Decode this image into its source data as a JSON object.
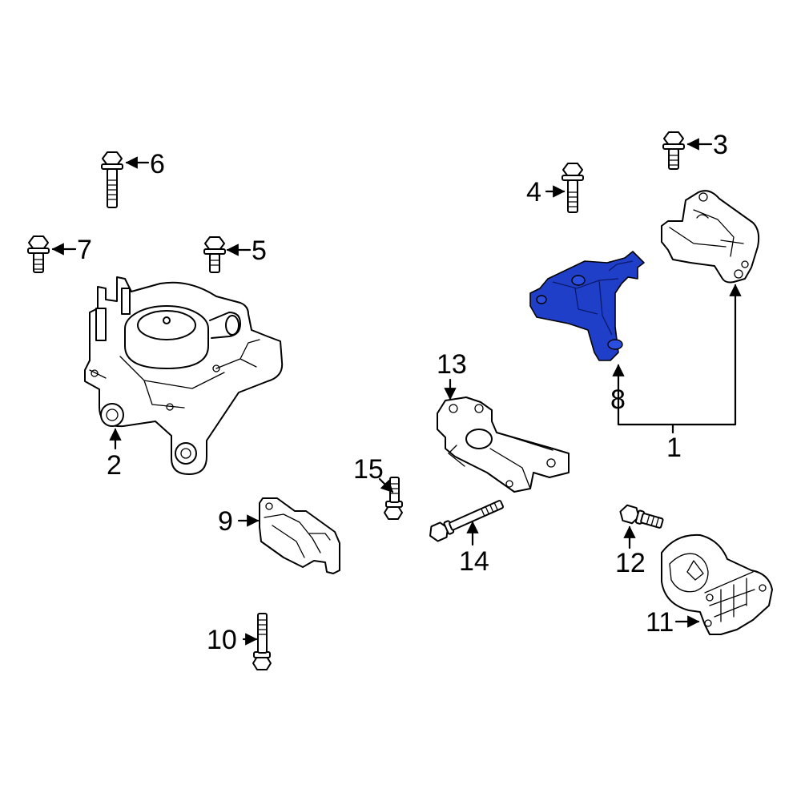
{
  "callouts": {
    "c1": "1",
    "c2": "2",
    "c3": "3",
    "c4": "4",
    "c5": "5",
    "c6": "6",
    "c7": "7",
    "c8": "8",
    "c9": "9",
    "c10": "10",
    "c11": "11",
    "c12": "12",
    "c13": "13",
    "c14": "14",
    "c15": "15"
  },
  "colors": {
    "highlight_part": "#1f3fc8",
    "outline": "#000000",
    "background": "#ffffff"
  }
}
